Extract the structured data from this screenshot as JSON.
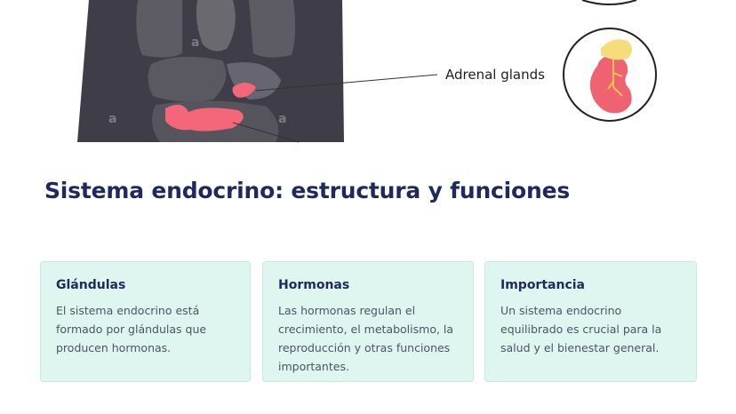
{
  "illustration": {
    "callout_label": "Adrenal glands",
    "watermark": "a"
  },
  "title": "Sistema endocrino: estructura y funciones",
  "cards": [
    {
      "title": "Glándulas",
      "text": "El sistema endocrino está formado por glándulas que producen hormonas."
    },
    {
      "title": "Hormonas",
      "text": "Las hormonas regulan el crecimiento, el metabolismo, la reproducción y otras funciones importantes."
    },
    {
      "title": "Importancia",
      "text": "Un sistema endocrino equilibrado es crucial para la salud y el bienestar general."
    }
  ],
  "colors": {
    "title": "#1f2a5c",
    "card_bg": "#dff5ef",
    "body_silhouette": "#3d3c46",
    "organ_highlight": "#f4677a"
  }
}
